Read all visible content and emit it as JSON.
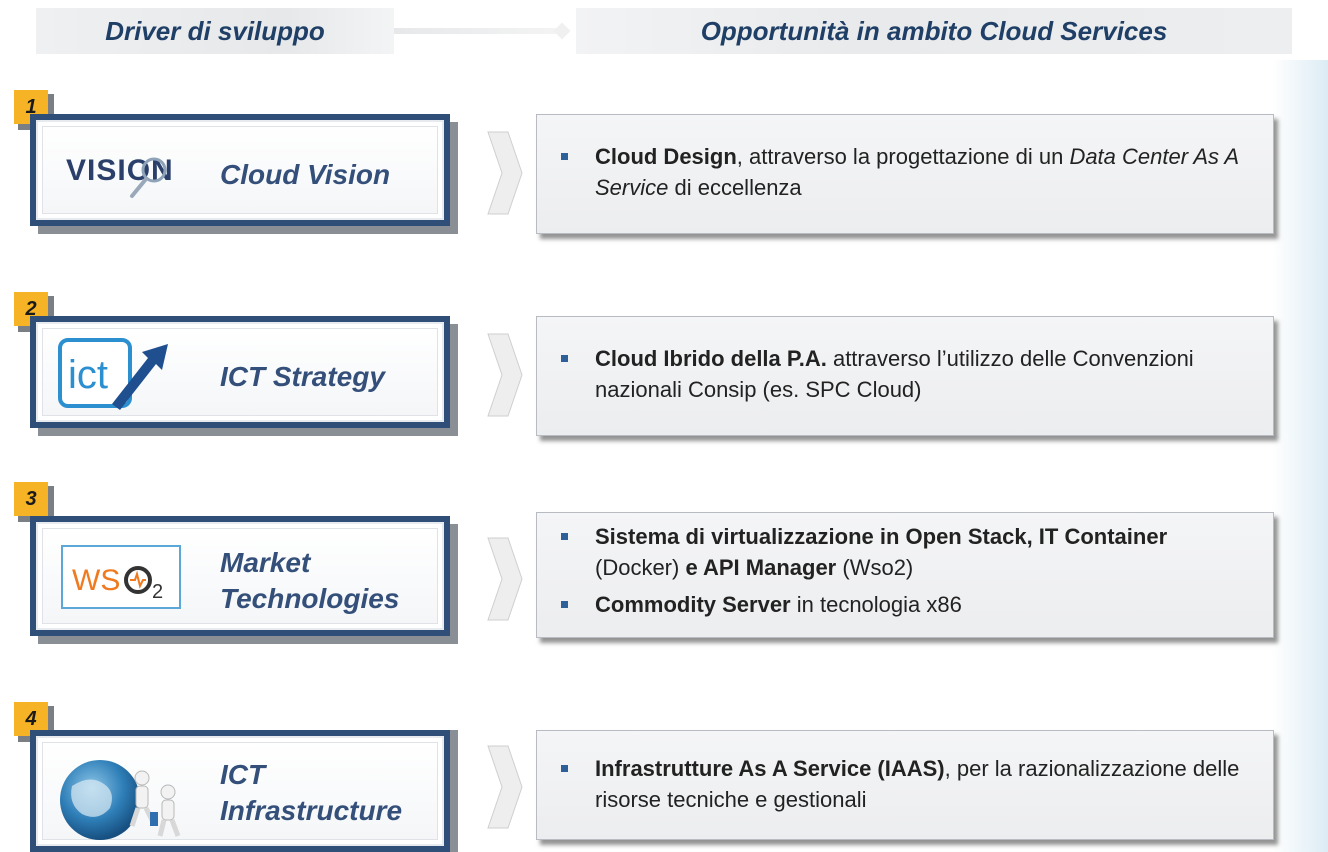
{
  "headers": {
    "left": "Driver di sviluppo",
    "right": "Opportunità in ambito Cloud Services"
  },
  "rows": [
    {
      "number": "1",
      "driver_label": "Cloud Vision",
      "logo": {
        "text": "VISION",
        "icon": "magnifier-icon"
      },
      "items": [
        {
          "t1b": "Cloud Design",
          "t2": ", attraverso la progettazione di un ",
          "t3i": "Data Center As A Service",
          "t4": " di eccellenza"
        }
      ]
    },
    {
      "number": "2",
      "driver_label": "ICT  Strategy",
      "logo": {
        "text": "ict",
        "icon": "rising-arrow-icon"
      },
      "items": [
        {
          "t1b": "Cloud Ibrido della P.A.",
          "t2": " attraverso l’utilizzo delle Convenzioni nazionali Consip (es. SPC Cloud)"
        }
      ]
    },
    {
      "number": "3",
      "driver_label_1": "Market",
      "driver_label_2": "Technologies",
      "logo": {
        "text_a": "WS",
        "text_b": "2",
        "icon": "wso2-logo-icon"
      },
      "items": [
        {
          "t1b": "Sistema di virtualizzazione in Open Stack, IT Container",
          "t2": " (Docker) ",
          "t3b": "e API Manager",
          "t4": " (Wso2)"
        },
        {
          "t1b": "Commodity Server",
          "t2": " in tecnologia x86"
        }
      ]
    },
    {
      "number": "4",
      "driver_label_1": "ICT",
      "driver_label_2": "Infrastructure",
      "logo": {
        "icon": "globe-people-icon"
      },
      "items": [
        {
          "t1b": "Infrastrutture As A Service (IAAS)",
          "t2": ", per la razionalizzazione delle risorse tecniche e gestionali"
        }
      ]
    }
  ],
  "colors": {
    "header_text": "#1f3f66",
    "badge": "#f5b325",
    "driver_border": "#2f4f78",
    "driver_label": "#34507a",
    "bullet": "#2f5f98"
  }
}
